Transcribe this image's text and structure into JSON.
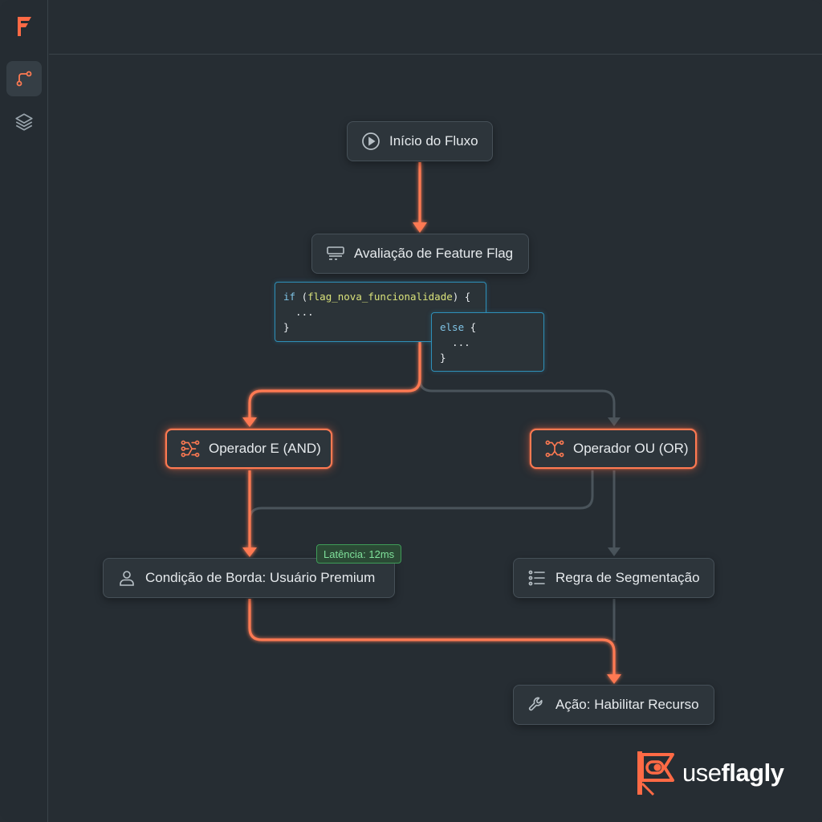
{
  "nodes": {
    "start": "Início do Fluxo",
    "evaluate": "Avaliação de Feature Flag",
    "and_op": "Operador E (AND)",
    "or_op": "Operador OU (OR)",
    "edge_condition": "Condição de Borda: Usuário Premium",
    "segmentation": "Regra de Segmentação",
    "action": "Ação: Habilitar Recurso"
  },
  "code_if": {
    "keyword": "if",
    "open": " (",
    "flag": "flag_nova_funcionalidade",
    "close": ") {",
    "body": "  ...",
    "end": "}"
  },
  "code_else": {
    "keyword": "else",
    "open": " {",
    "body": "  ...",
    "end": "}"
  },
  "latency_badge": "Latência: 12ms",
  "brand": {
    "prefix": "use",
    "suffix": "flagly"
  },
  "icons": {
    "app_logo": "flagly-logo-icon",
    "flow": "flow-icon",
    "layers": "layers-icon",
    "start": "play-circle-icon",
    "evaluate": "flag-eval-icon",
    "and_op": "circuit-icon",
    "or_op": "circuit-icon",
    "edge_condition": "user-icon",
    "segmentation": "list-icon",
    "action": "wrench-icon"
  },
  "colors": {
    "active_path": "#ff7a52",
    "inactive_path": "#4a545b",
    "code_border": "#2e8fb8",
    "badge_text": "#7fe09a",
    "background": "#262d33"
  }
}
